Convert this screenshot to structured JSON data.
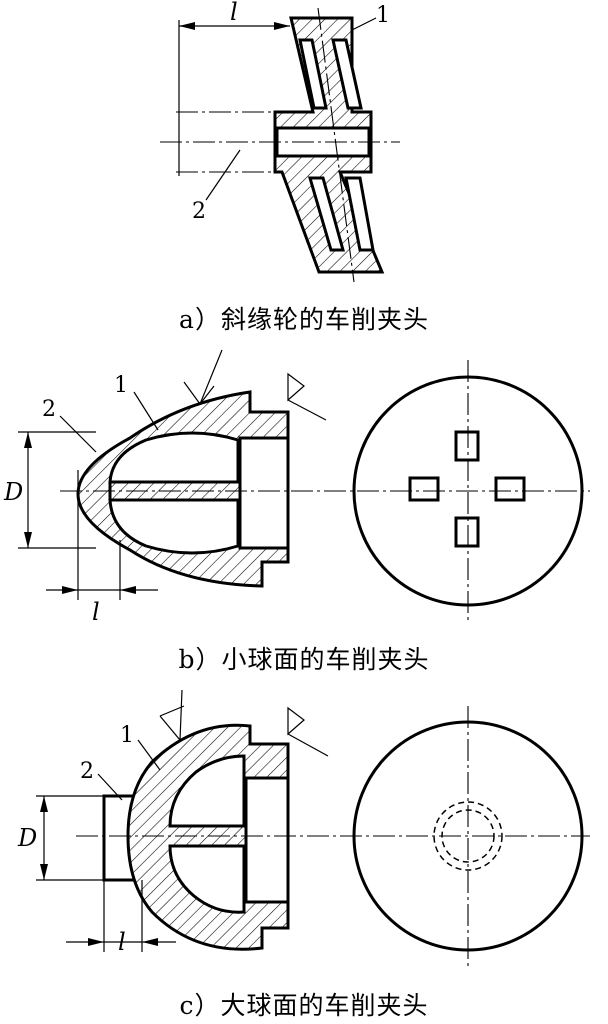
{
  "figure_a": {
    "caption": "a）斜缘轮的车削夹头",
    "label_1": "1",
    "label_2": "2",
    "dim_l": "l"
  },
  "figure_b": {
    "caption": "b）小球面的车削夹头",
    "label_1": "1",
    "label_2": "2",
    "dim_D": "D",
    "dim_l": "l"
  },
  "figure_c": {
    "caption": "c）大球面的车削夹头",
    "label_1": "1",
    "label_2": "2",
    "dim_D": "D",
    "dim_l": "l"
  }
}
